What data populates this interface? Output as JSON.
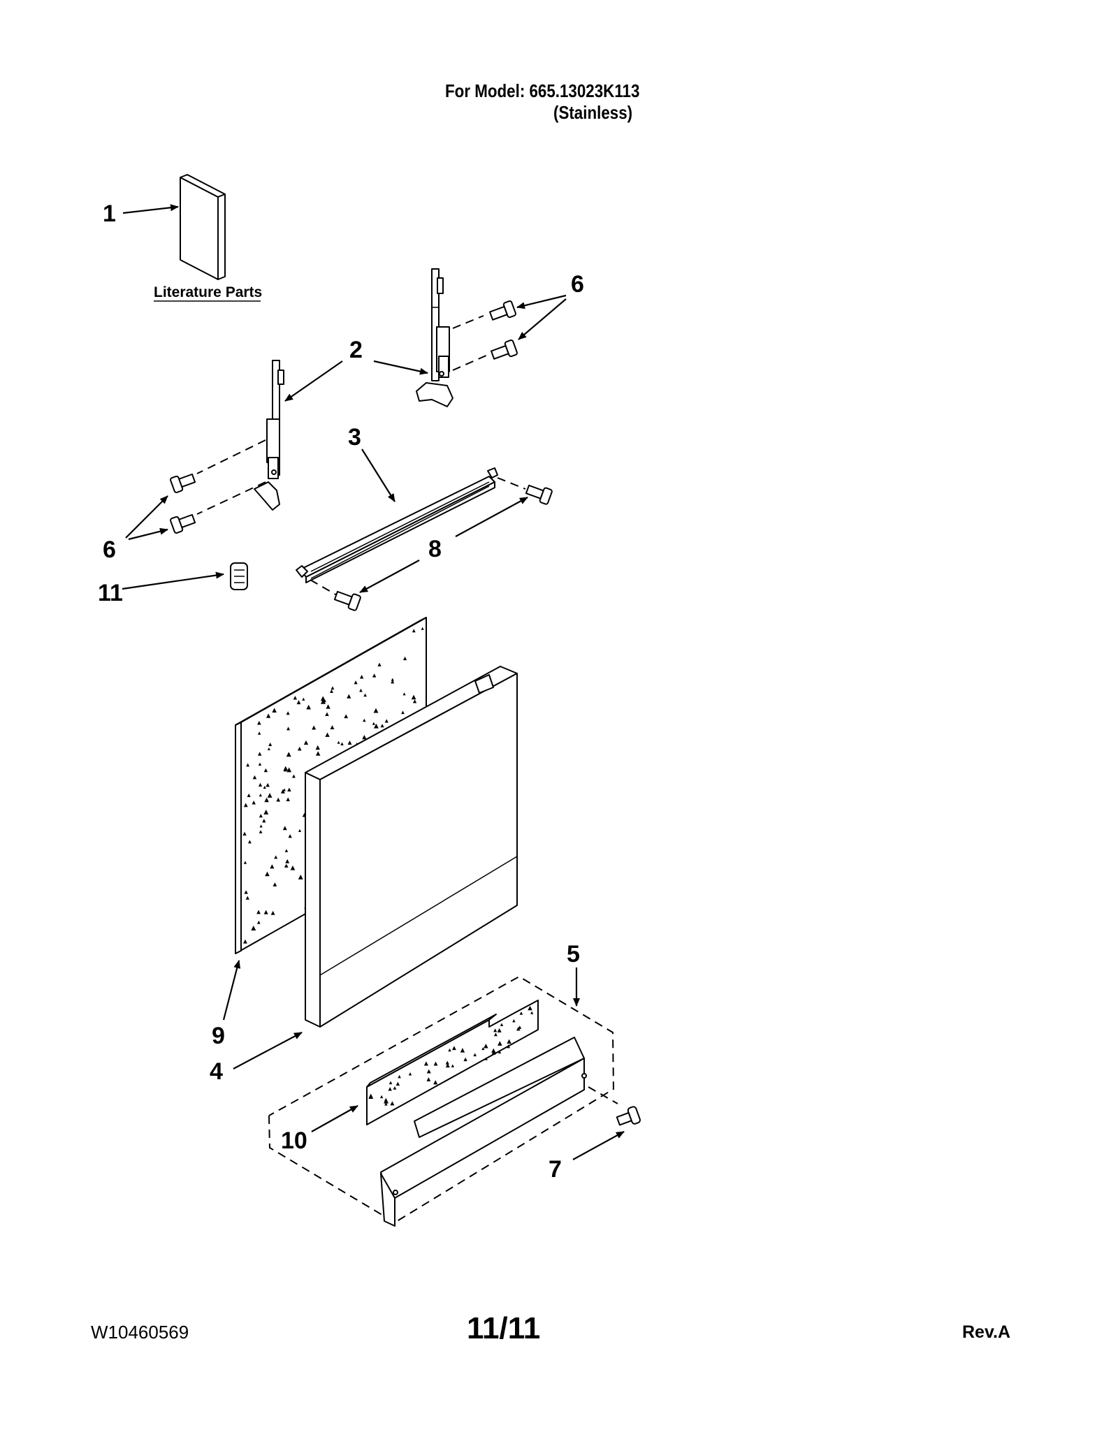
{
  "header": {
    "model_line": "For Model: 665.13023K113",
    "finish_line": "(Stainless)"
  },
  "literature_label": "Literature Parts",
  "callouts": {
    "c1": "1",
    "c2": "2",
    "c3": "3",
    "c4": "4",
    "c5": "5",
    "c6_upper": "6",
    "c6_lower": "6",
    "c7": "7",
    "c8": "8",
    "c9": "9",
    "c10": "10",
    "c11": "11"
  },
  "footer": {
    "doc_number": "W10460569",
    "page_number": "11/11",
    "revision": "Rev.A"
  },
  "colors": {
    "ink": "#000000",
    "paper": "#ffffff"
  }
}
